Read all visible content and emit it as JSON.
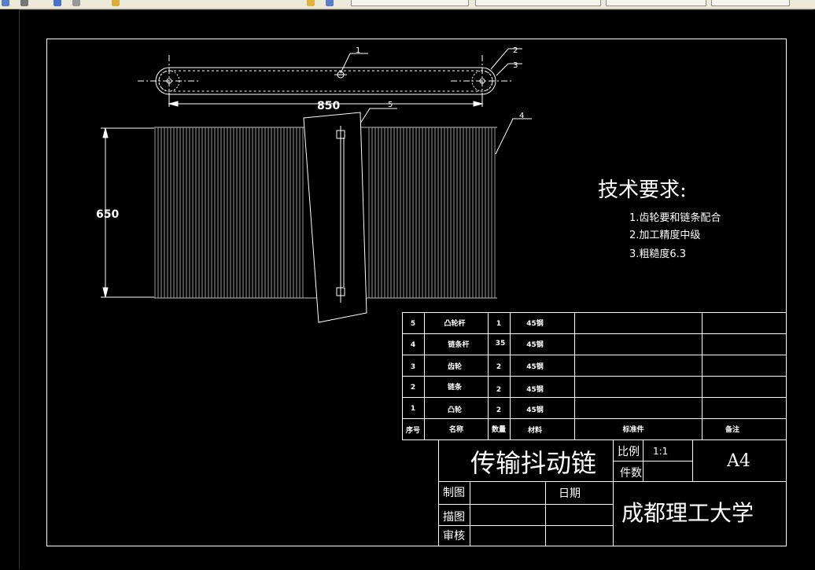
{
  "toolbar": {
    "combo_1": "",
    "combo_2": "",
    "combo_3": "",
    "combo_4": ""
  },
  "drawing": {
    "callouts": [
      "1",
      "2",
      "3",
      "4",
      "5"
    ],
    "dim_length": "850",
    "dim_height": "650",
    "tech_title": "技术要求:",
    "tech_items": [
      "1.齿轮要和链条配合",
      "2.加工精度中级",
      "3.粗糙度6.3"
    ]
  },
  "bom": {
    "rows": [
      {
        "no": "5",
        "name": "凸轮杆",
        "qty": "1",
        "material": "45钢"
      },
      {
        "no": "4",
        "name": "链条杆",
        "qty": "35",
        "material": "45钢"
      },
      {
        "no": "3",
        "name": "齿轮",
        "qty": "2",
        "material": "45钢"
      },
      {
        "no": "2",
        "name": "链条",
        "qty": "2",
        "material": "45钢"
      },
      {
        "no": "1",
        "name": "凸轮",
        "qty": "2",
        "material": "45钢"
      }
    ],
    "header": {
      "no": "序号",
      "name": "名称",
      "qty": "数量",
      "material": "材料",
      "standard": "标准件",
      "remark": "备注"
    }
  },
  "title_block": {
    "title": "传输抖动链",
    "scale_label": "比例",
    "scale_value": "1:1",
    "count_label": "件数",
    "sheet_size": "A4",
    "drawn_label": "制图",
    "date_label": "日期",
    "traced_label": "描图",
    "checked_label": "审核",
    "school": "成都理工大学"
  },
  "colors": {
    "background": "#000000",
    "lines": "#ffffff",
    "toolbar": "#ece9d8"
  }
}
